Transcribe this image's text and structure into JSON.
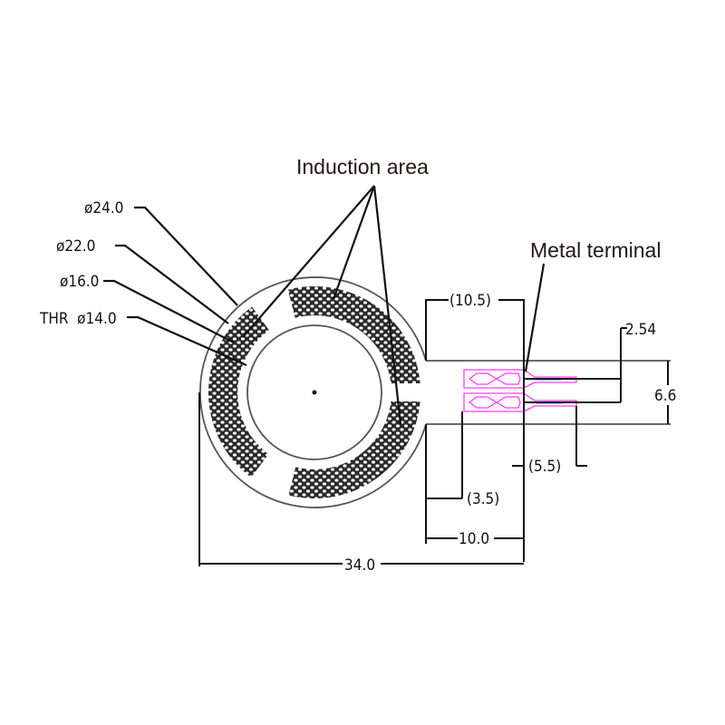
{
  "diagram": {
    "title": "Round force sensing resistor with tail and metal terminals",
    "callouts": {
      "induction_area": "Induction area",
      "metal_terminal": "Metal terminal"
    },
    "diameters": [
      {
        "label": "ø24.0"
      },
      {
        "label": "ø22.0"
      },
      {
        "label": "ø16.0"
      },
      {
        "label": "THR  ø14.0"
      }
    ],
    "dimensions": {
      "tail_body": "(10.5)",
      "pin_pitch": "2.54",
      "tail_width": "6.6",
      "terminal_extent": "(5.5)",
      "terminal_offset": "(3.5)",
      "tail_length": "10.0",
      "overall_length": "34.0"
    },
    "colors": {
      "outline": "#555555",
      "hatch": "#2a2a2a",
      "hatch_edge": "#3b3bff",
      "terminal": "#ff3cff",
      "terminal_pin": "#7fd6ff",
      "leader": "#111111"
    }
  }
}
